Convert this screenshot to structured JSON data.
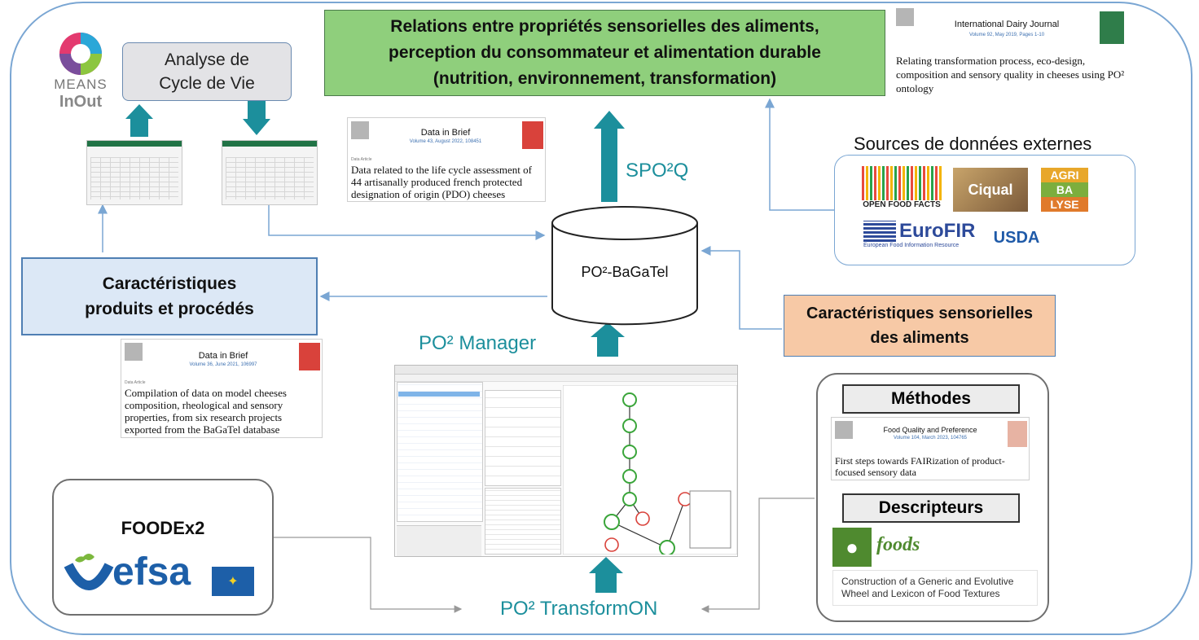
{
  "title": {
    "line1": "Relations entre propriétés sensorielles des aliments,",
    "line2": "perception du consommateur et alimentation durable",
    "line3": "(nutrition, environnement, transformation)"
  },
  "acv": {
    "line1": "Analyse de",
    "line2": "Cycle de Vie"
  },
  "means": {
    "name": "MEANS",
    "sub": "InOut"
  },
  "caracteristiques": {
    "line1": "Caractéristiques",
    "line2": "produits et procédés"
  },
  "sensorielles": {
    "line1": "Caractéristiques sensorielles",
    "line2": "des aliments"
  },
  "database": {
    "label": "PO²-BaGaTel"
  },
  "labels": {
    "spo2q": "SPO²Q",
    "manager": "PO² Manager",
    "transformon": "PO² TransformON",
    "sources": "Sources de données externes"
  },
  "papers": {
    "dairy": {
      "journal": "International Dairy Journal",
      "volume": "Volume 92, May 2019, Pages 1-10",
      "title": "Relating transformation process, eco-design, composition and sensory quality in cheeses using PO² ontology"
    },
    "lca": {
      "journal": "Data in Brief",
      "volume": "Volume 43, August 2022, 108451",
      "type": "Data Article",
      "title": "Data related to the life cycle assessment of 44 artisanally produced french protected designation of origin (PDO) cheeses"
    },
    "model": {
      "journal": "Data in Brief",
      "volume": "Volume 36, June 2021, 106997",
      "type": "Data Article",
      "title": "Compilation of data on model cheeses composition, rheological and sensory properties, from six research projects exported from the BaGaTel database"
    },
    "fair": {
      "journal": "Food Quality and Preference",
      "volume": "Volume 104, March 2023, 104765",
      "title": "First steps towards FAIRization of product-focused sensory data"
    },
    "foods": {
      "journal": "foods",
      "title": "Construction of a Generic and Evolutive Wheel and Lexicon of Food Textures"
    }
  },
  "sources": {
    "openfoodfacts": "OPEN FOOD FACTS",
    "ciqual": "Ciqual",
    "agribalyse": [
      "AGRI",
      "BA",
      "LYSE"
    ],
    "eurofir": "EuroFIR",
    "eurofir_sub": "European Food Information Resource",
    "usda": "USDA"
  },
  "methodes": {
    "header": "Méthodes",
    "descripteurs": "Descripteurs"
  },
  "foodex": {
    "name": "FOODEx2",
    "efsa": "efsa"
  },
  "colors": {
    "teal": "#1c8f9c",
    "green": "#8fcf7c",
    "blue": "#dce8f6",
    "orange": "#f7c9a6",
    "connector": "#7aa6d3"
  }
}
